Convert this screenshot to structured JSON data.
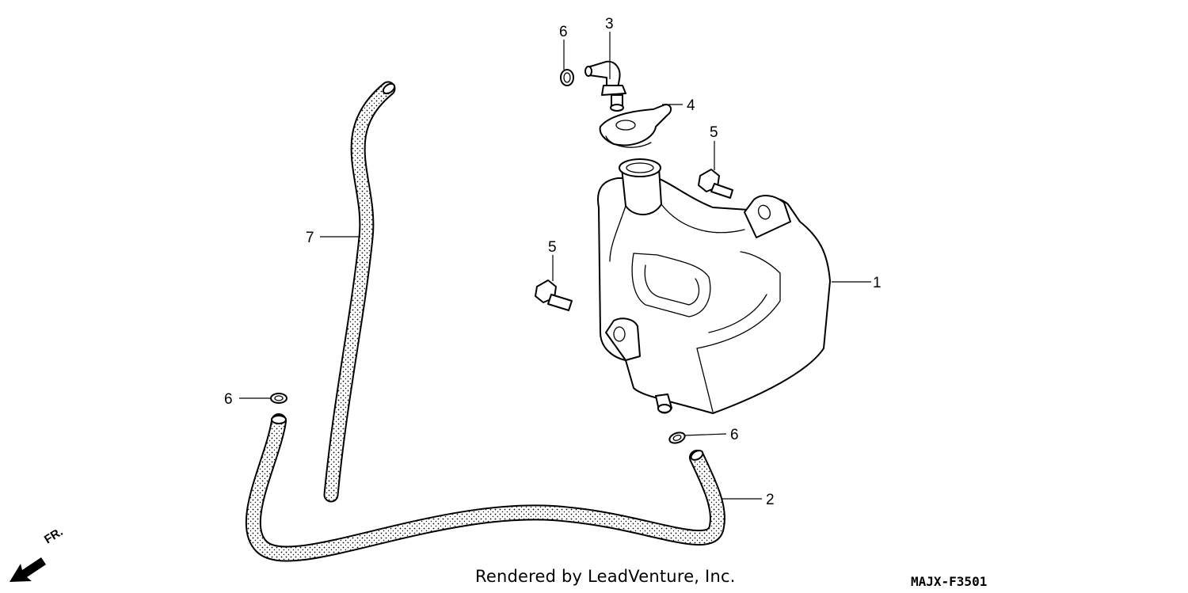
{
  "callouts": {
    "c1": "1",
    "c2": "2",
    "c3": "3",
    "c4": "4",
    "c5a": "5",
    "c5b": "5",
    "c6a": "6",
    "c6b": "6",
    "c6c": "6",
    "c7": "7"
  },
  "direction_label": "FR.",
  "credit": "Rendered by LeadVenture, Inc.",
  "diagram_code": "MAJX-F3501",
  "icons": {
    "direction": "front-direction-arrow-icon"
  }
}
